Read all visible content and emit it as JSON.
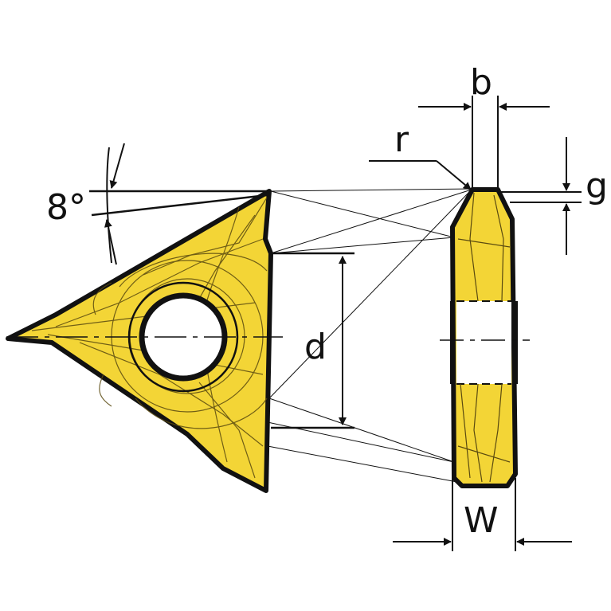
{
  "labels": {
    "angle": "8°",
    "width_top": "b",
    "radius": "r",
    "gap": "g",
    "diameter": "d",
    "width_bottom": "W"
  },
  "colors": {
    "insert_fill": "#f3d536",
    "outline": "#111111",
    "texture": "#5a4a10",
    "hole_fill": "#ffffff",
    "background": "#ffffff"
  }
}
